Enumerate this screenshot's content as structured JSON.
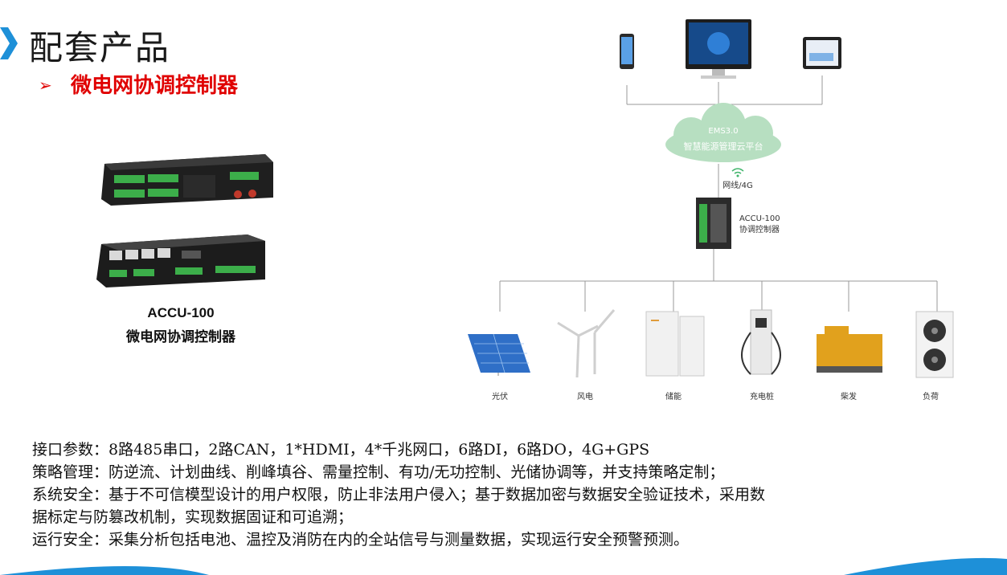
{
  "header": {
    "title": "配套产品",
    "bullet": "➢",
    "subtitle": "微电网协调控制器"
  },
  "product": {
    "model": "ACCU-100",
    "name": "微电网协调控制器"
  },
  "diagram": {
    "cloud_line1": "EMS3.0",
    "cloud_line2": "智慧能源管理云平台",
    "network_label": "网线/4G",
    "controller_line1": "ACCU-100",
    "controller_line2": "协调控制器",
    "devices": [
      "光伏",
      "风电",
      "储能",
      "充电桩",
      "柴发",
      "负荷"
    ],
    "icons": [
      "phone-icon",
      "monitor-icon",
      "tablet-icon",
      "wifi-icon",
      "solar-panel-icon",
      "wind-turbine-icon",
      "battery-storage-icon",
      "charging-pile-icon",
      "diesel-generator-icon",
      "ac-unit-icon"
    ]
  },
  "specs": {
    "line1": "接口参数：8路485串口，2路CAN，1*HDMI，4*千兆网口，6路DI，6路DO，4G+GPS",
    "line2": "策略管理：防逆流、计划曲线、削峰填谷、需量控制、有功/无功控制、光储协调等，并支持策略定制；",
    "line3": "系统安全：基于不可信模型设计的用户权限，防止非法用户侵入；基于数据加密与数据安全验证技术，采用数",
    "line4": "据标定与防篡改机制，实现数据固证和可追溯；",
    "line5": "运行安全：采集分析包括电池、温控及消防在内的全站信号与测量数据，实现运行安全预警预测。"
  },
  "colors": {
    "accent_blue": "#1e90d8",
    "title_red": "#e00000",
    "cloud_green": "#3fb46a"
  }
}
